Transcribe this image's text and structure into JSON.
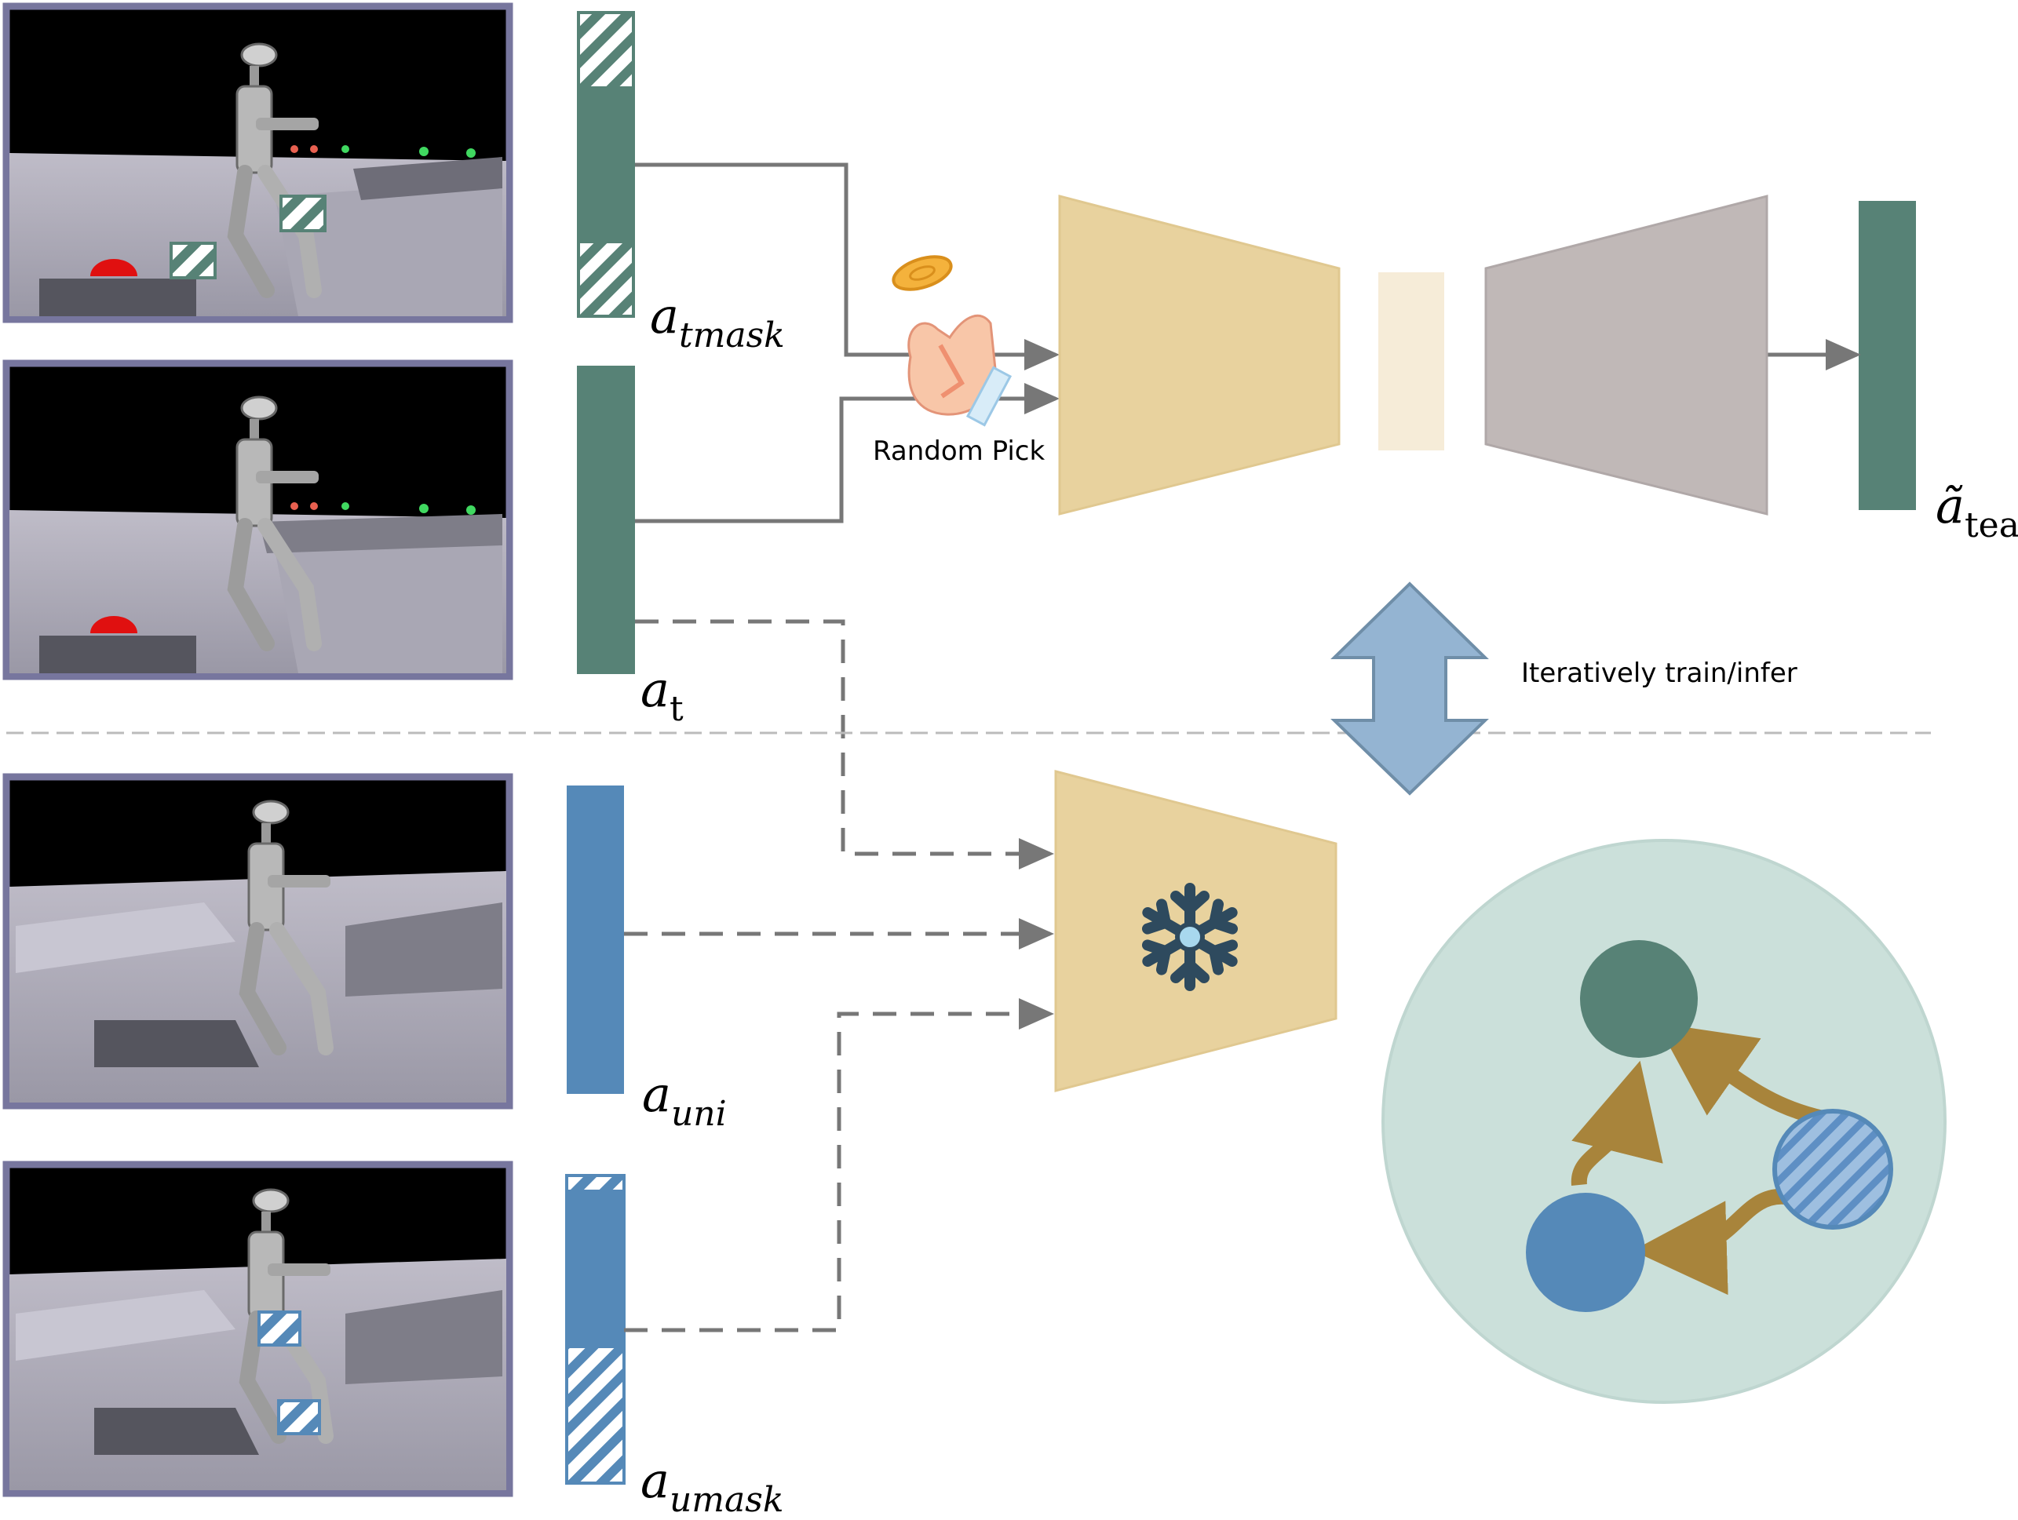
{
  "labels": {
    "a_tmask": {
      "base": "a",
      "sub": "tmask"
    },
    "a_t": {
      "base": "a",
      "sub": "t"
    },
    "a_uni": {
      "base": "a",
      "sub": "uni"
    },
    "a_umask": {
      "base": "a",
      "sub": "umask"
    },
    "a_tea": {
      "base": "ã",
      "sub": "tea"
    }
  },
  "random_pick": "Random Pick",
  "iterative": "Iteratively train/infer",
  "colors": {
    "teacher_green": "#578276",
    "student_blue": "#5589b8",
    "encoder_tan": "#e8d29e",
    "decoder_gray": "#c0b8b7",
    "latent_cream": "#f6ecd8",
    "circle_bg": "#cbe0da",
    "arrow_brown": "#a8843b",
    "double_arrow": "#94b4d2",
    "panel_border": "#77769e",
    "line_gray": "#777777"
  },
  "icons": [
    "thumbs-up-coin-icon",
    "snowflake-icon",
    "double-arrow-icon"
  ]
}
